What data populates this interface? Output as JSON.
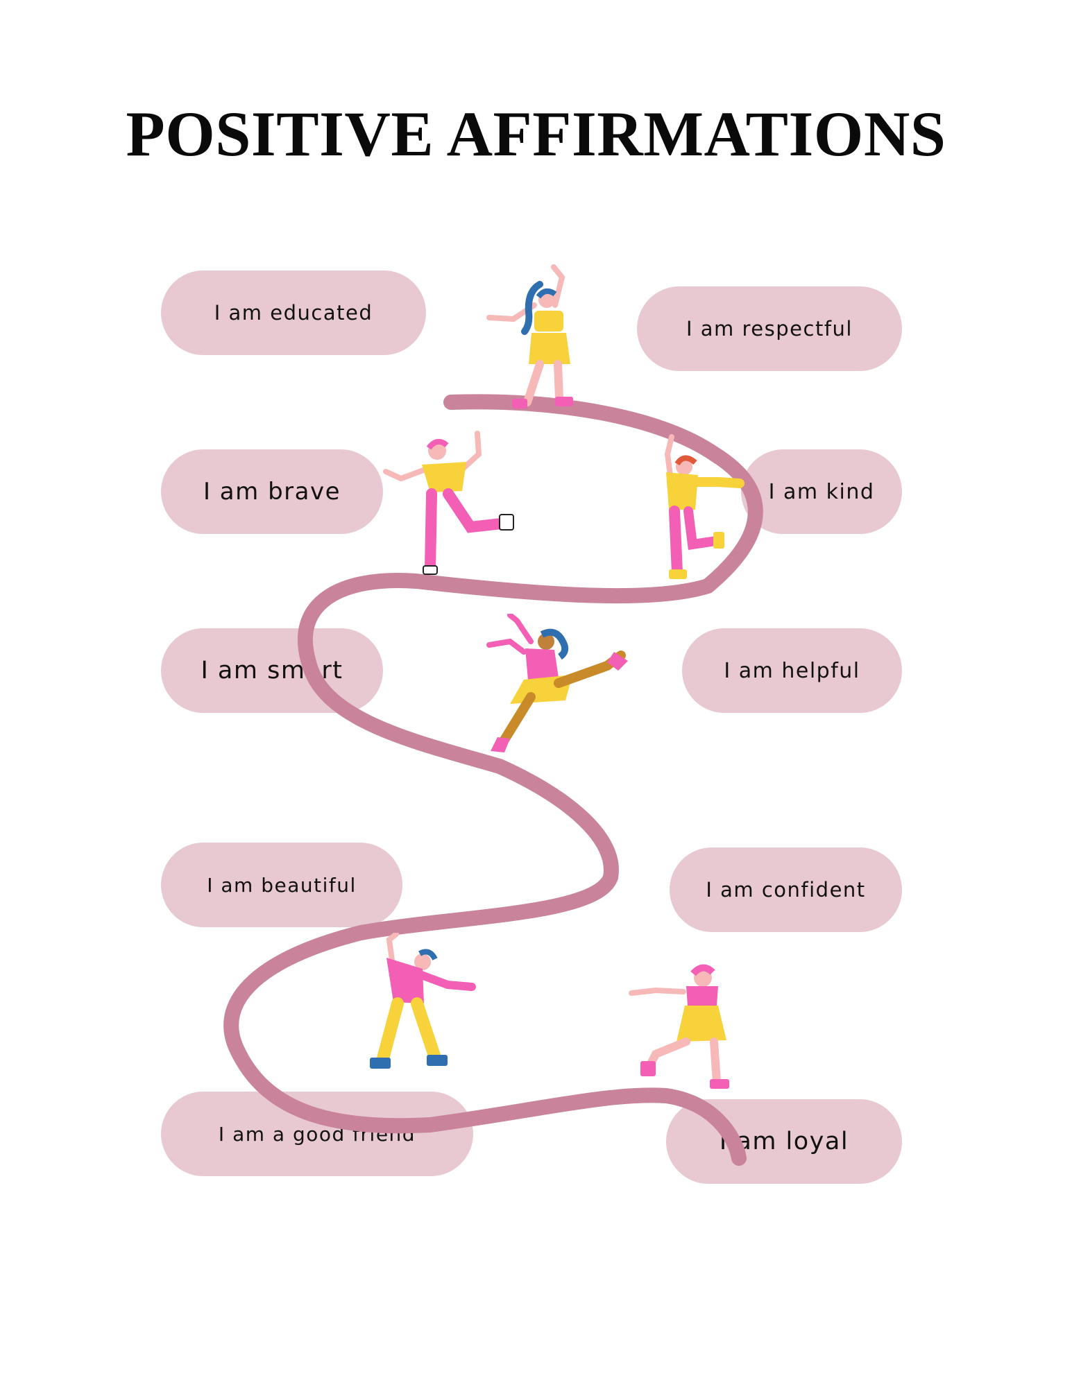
{
  "title": "POSITIVE AFFIRMATIONS",
  "affirmations": {
    "educated": "I am educated",
    "respectful": "I am respectful",
    "brave": "I am brave",
    "kind": "I am kind",
    "smart": "I am smart",
    "helpful": "I am helpful",
    "beautiful": "I am beautiful",
    "confident": "I am confident",
    "good_friend": "I am a good friend",
    "loyal": "I am loyal"
  },
  "colors": {
    "pill": "#e8c9d1",
    "path": "#c9839b",
    "pink": "#f25fb4",
    "yellow": "#f7d23a",
    "skin": "#f7b8b8",
    "blue": "#2f6fb0"
  },
  "icons": [
    "dancer-figure"
  ]
}
